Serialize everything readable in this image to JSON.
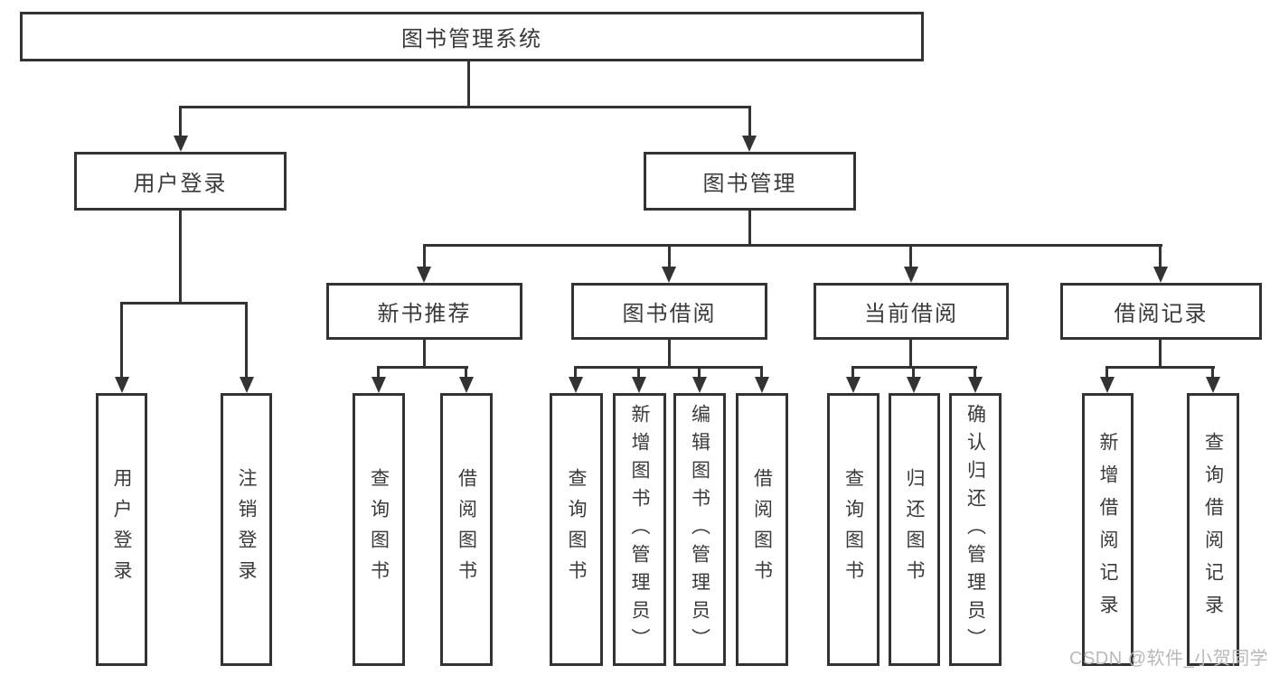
{
  "watermark": {
    "text": "CSDN @软件_小贺同学",
    "color": "#b9b9b9"
  },
  "colors": {
    "line": "#333333",
    "text": "#3a3a3a",
    "box_background": "#ffffff",
    "page_background": "#ffffff"
  },
  "diagram": {
    "type": "hierarchy-tree",
    "root": {
      "label": "图书管理系统"
    },
    "branches": [
      {
        "label": "用户登录",
        "children": [
          {
            "label": "用户登录"
          },
          {
            "label": "注销登录"
          }
        ]
      },
      {
        "label": "图书管理",
        "children": [
          {
            "label": "新书推荐",
            "children": [
              {
                "label": "查询图书"
              },
              {
                "label": "借阅图书"
              }
            ]
          },
          {
            "label": "图书借阅",
            "children": [
              {
                "label": "查询图书"
              },
              {
                "label": "新增图书（管理员）"
              },
              {
                "label": "编辑图书（管理员）"
              },
              {
                "label": "借阅图书"
              }
            ]
          },
          {
            "label": "当前借阅",
            "children": [
              {
                "label": "查询图书"
              },
              {
                "label": "归还图书"
              },
              {
                "label": "确认归还（管理员）"
              }
            ]
          },
          {
            "label": "借阅记录",
            "children": [
              {
                "label": "新增借阅记录"
              },
              {
                "label": "查询借阅记录"
              }
            ]
          }
        ]
      }
    ]
  }
}
